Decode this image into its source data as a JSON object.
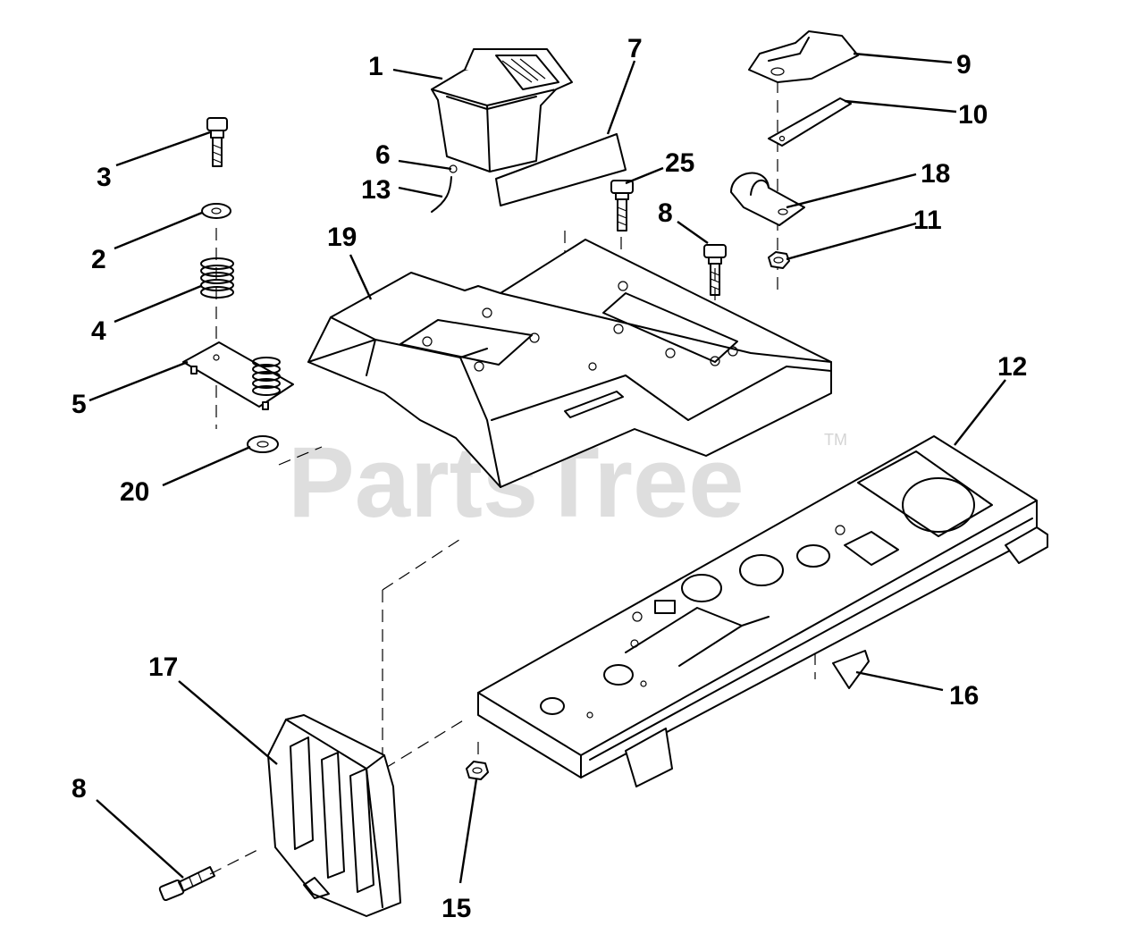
{
  "watermark": {
    "text": "PartsTree",
    "trademark": "TM"
  },
  "callouts": {
    "c1": "1",
    "c2": "2",
    "c3": "3",
    "c4": "4",
    "c5": "5",
    "c6": "6",
    "c7": "7",
    "c8a": "8",
    "c8b": "8",
    "c9": "9",
    "c10": "10",
    "c11": "11",
    "c12": "12",
    "c13": "13",
    "c15": "15",
    "c16": "16",
    "c17": "17",
    "c18": "18",
    "c19": "19",
    "c20": "20",
    "c25": "25"
  }
}
